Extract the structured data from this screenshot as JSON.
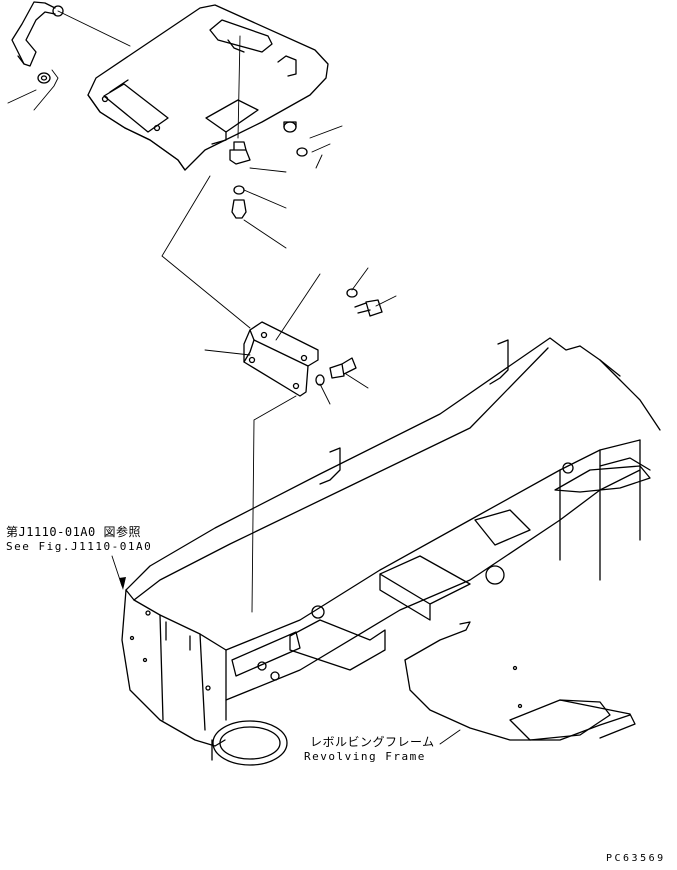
{
  "labels": {
    "reference_jp": "第J1110-01A0 図参照",
    "reference_en": "See Fig.J1110-01A0",
    "frame_jp": "レボルビングフレーム",
    "frame_en": "Revolving Frame",
    "drawing_code": "PC63569"
  }
}
